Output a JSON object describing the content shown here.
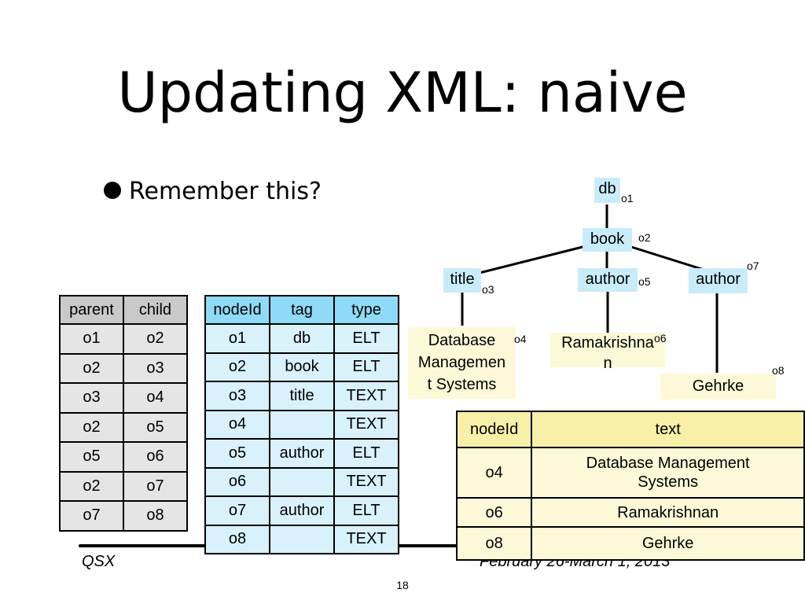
{
  "slide": {
    "title": "Updating XML: naive",
    "bullet": "Remember this?",
    "footer_left": "QSX",
    "footer_right": "February 26-March 1, 2013",
    "page_number": "18"
  },
  "tree": {
    "nodes": {
      "db": "db",
      "book": "book",
      "title": "title",
      "author1": "author",
      "author2": "author"
    },
    "texts": {
      "t1_line1": "Database",
      "t1_line2": "Managemen",
      "t1_line3": "t Systems",
      "t2_line1": "Ramakrishna",
      "t2_line2": "n",
      "t3": "Gehrke"
    },
    "ids": {
      "o1": "o1",
      "o2": "o2",
      "o3": "o3",
      "o4": "o4",
      "o5": "o5",
      "o6": "o6",
      "o7": "o7",
      "o8": "o8"
    }
  },
  "parent_child_table": {
    "headers": [
      "parent",
      "child"
    ],
    "rows": [
      [
        "o1",
        "o2"
      ],
      [
        "o2",
        "o3"
      ],
      [
        "o3",
        "o4"
      ],
      [
        "o2",
        "o5"
      ],
      [
        "o5",
        "o6"
      ],
      [
        "o2",
        "o7"
      ],
      [
        "o7",
        "o8"
      ]
    ]
  },
  "node_table": {
    "headers": [
      "nodeId",
      "tag",
      "type"
    ],
    "rows": [
      [
        "o1",
        "db",
        "ELT"
      ],
      [
        "o2",
        "book",
        "ELT"
      ],
      [
        "o3",
        "title",
        "TEXT"
      ],
      [
        "o4",
        "",
        "TEXT"
      ],
      [
        "o5",
        "author",
        "ELT"
      ],
      [
        "o6",
        "",
        "TEXT"
      ],
      [
        "o7",
        "author",
        "ELT"
      ],
      [
        "o8",
        "",
        "TEXT"
      ]
    ]
  },
  "text_table": {
    "headers": [
      "nodeId",
      "text"
    ],
    "rows": [
      [
        "o4",
        "Database Management Systems"
      ],
      [
        "o6",
        "Ramakrishnan"
      ],
      [
        "o8",
        "Gehrke"
      ]
    ]
  }
}
